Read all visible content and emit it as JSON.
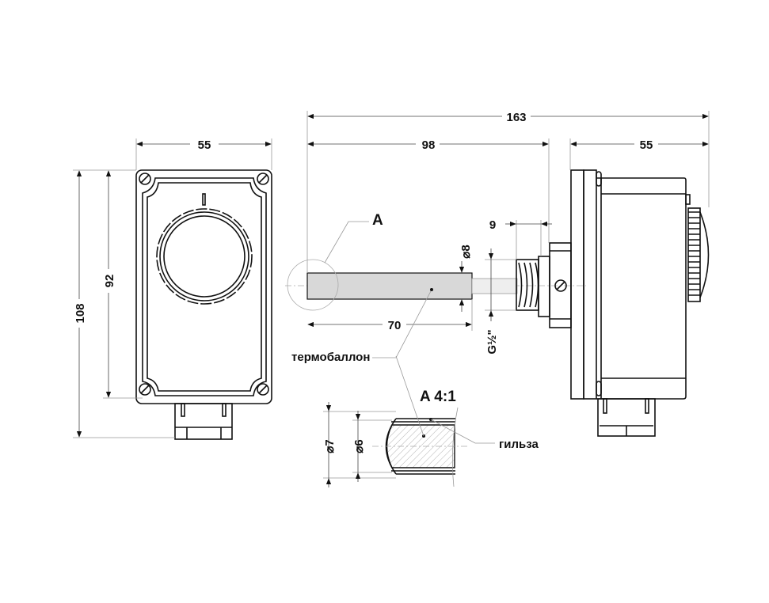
{
  "dimensions": {
    "front_width": "55",
    "front_inner_height": "92",
    "front_total_height": "108",
    "total_length": "163",
    "probe_length": "98",
    "side_depth": "55",
    "thread_length": "9",
    "probe_diameter": "⌀8",
    "bulb_length": "70",
    "thread_size": "G½\"",
    "sleeve_outer": "⌀7",
    "sleeve_inner": "⌀6"
  },
  "labels": {
    "detail_marker": "A",
    "detail_title": "A 4:1",
    "bulb": "термобаллон",
    "sleeve": "гильза"
  },
  "colors": {
    "line": "#111111",
    "probe_fill": "#d8d8d8"
  }
}
